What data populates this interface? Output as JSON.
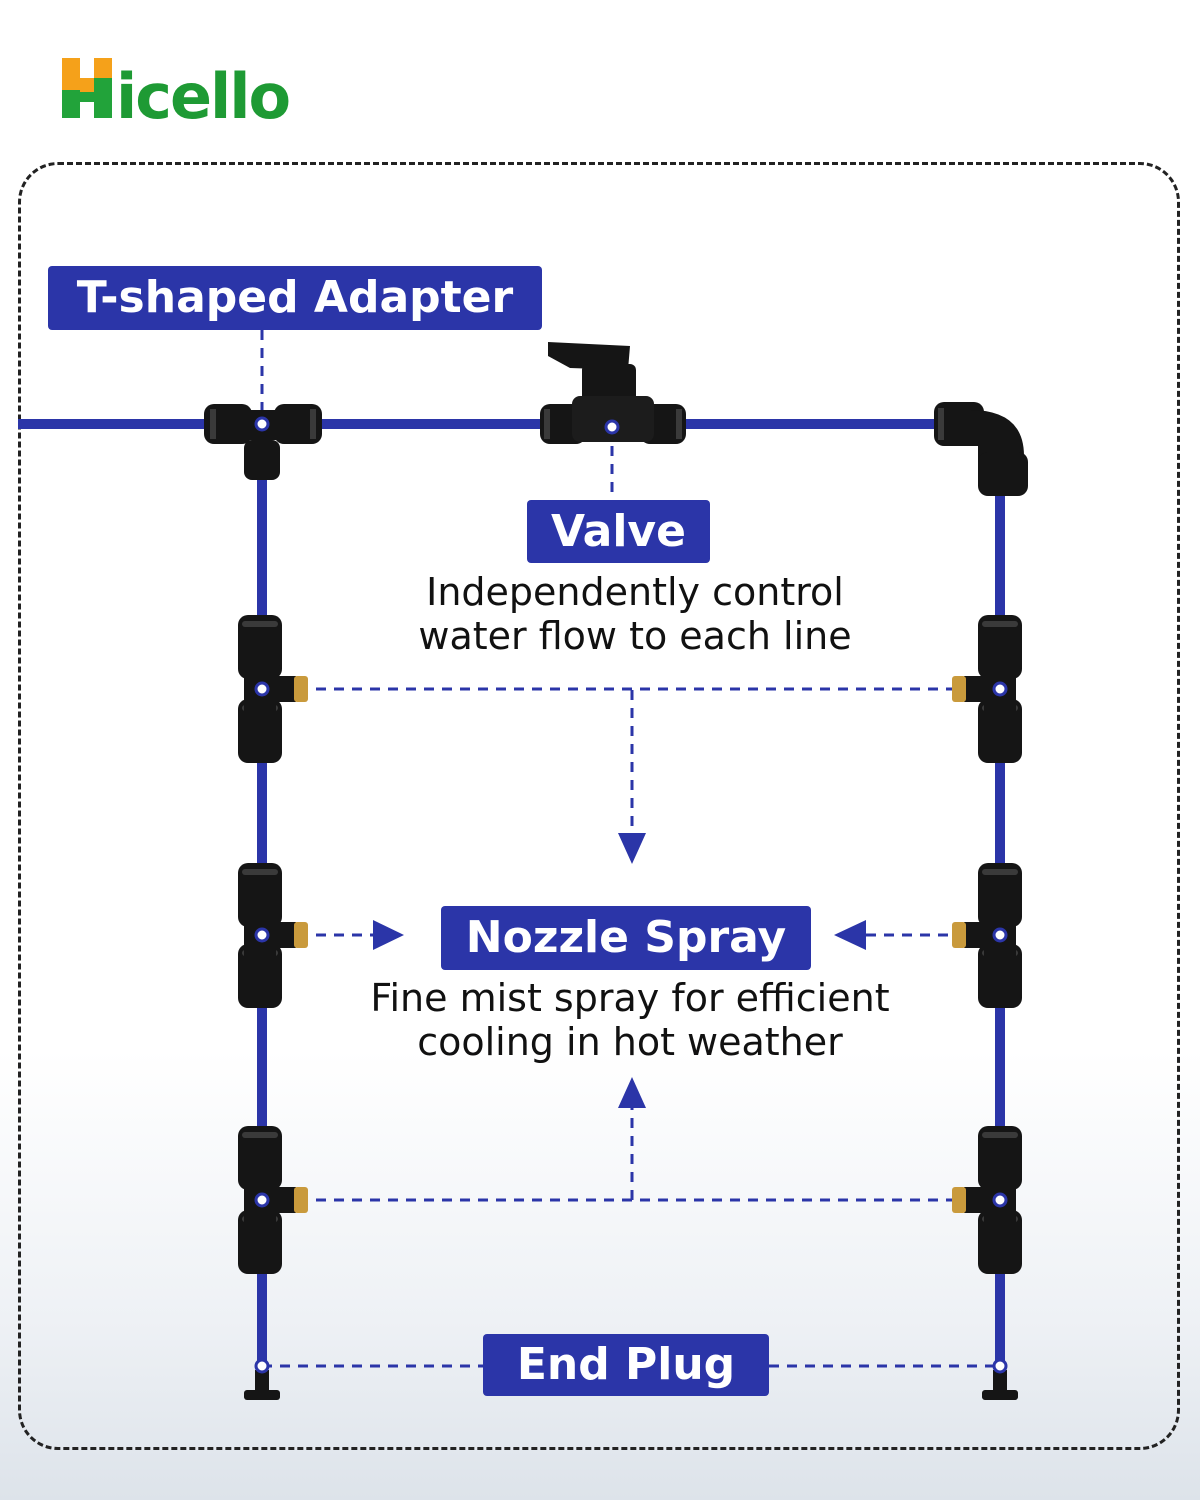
{
  "brand": {
    "name": "hicello",
    "h_color_top": "#f5a11a",
    "h_color_bottom": "#22a33a",
    "text_color": "#1e9a34"
  },
  "colors": {
    "tube": "#2b35a8",
    "label_bg": "#2b35a8",
    "fitting": "#151515",
    "brass": "#c99a3c",
    "dash": "#2b35a8"
  },
  "labels": {
    "tee": "T-shaped Adapter",
    "valve": "Valve",
    "valve_desc_line1": "Independently control",
    "valve_desc_line2": "water flow to each line",
    "nozzle": "Nozzle Spray",
    "nozzle_desc_line1": "Fine mist spray for efficient",
    "nozzle_desc_line2": "cooling in hot weather",
    "plug": "End Plug"
  },
  "icons": [
    "tee-adapter-icon",
    "valve-icon",
    "elbow-icon",
    "nozzle-tee-icon",
    "end-plug-icon",
    "arrow-icon"
  ]
}
